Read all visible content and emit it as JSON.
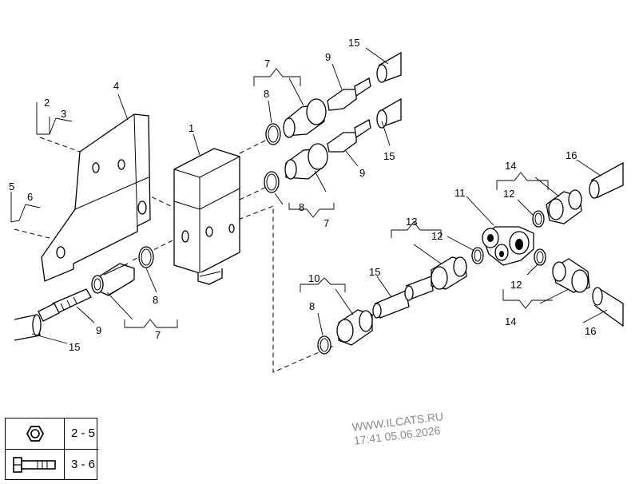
{
  "callouts": {
    "c1": "1",
    "c2": "2",
    "c3": "3",
    "c4": "4",
    "c5": "5",
    "c6": "6",
    "c7a": "7",
    "c7b": "7",
    "c7c": "7",
    "c8a": "8",
    "c8b": "8",
    "c8c": "8",
    "c8d": "8",
    "c9a": "9",
    "c9b": "9",
    "c9c": "9",
    "c10": "10",
    "c11": "11",
    "c12a": "12",
    "c12b": "12",
    "c12c": "12",
    "c13": "13",
    "c14a": "14",
    "c14b": "14",
    "c15a": "15",
    "c15b": "15",
    "c15c": "15",
    "c15d": "15",
    "c16a": "16",
    "c16b": "16"
  },
  "legend": {
    "rows": [
      {
        "icon": "hex-nut-icon",
        "value": "2 - 5"
      },
      {
        "icon": "bolt-icon",
        "value": "3 - 6"
      }
    ]
  },
  "watermark": {
    "site": "WWW.ILCATS.RU",
    "timestamp": "17:41 05.06.2026"
  }
}
